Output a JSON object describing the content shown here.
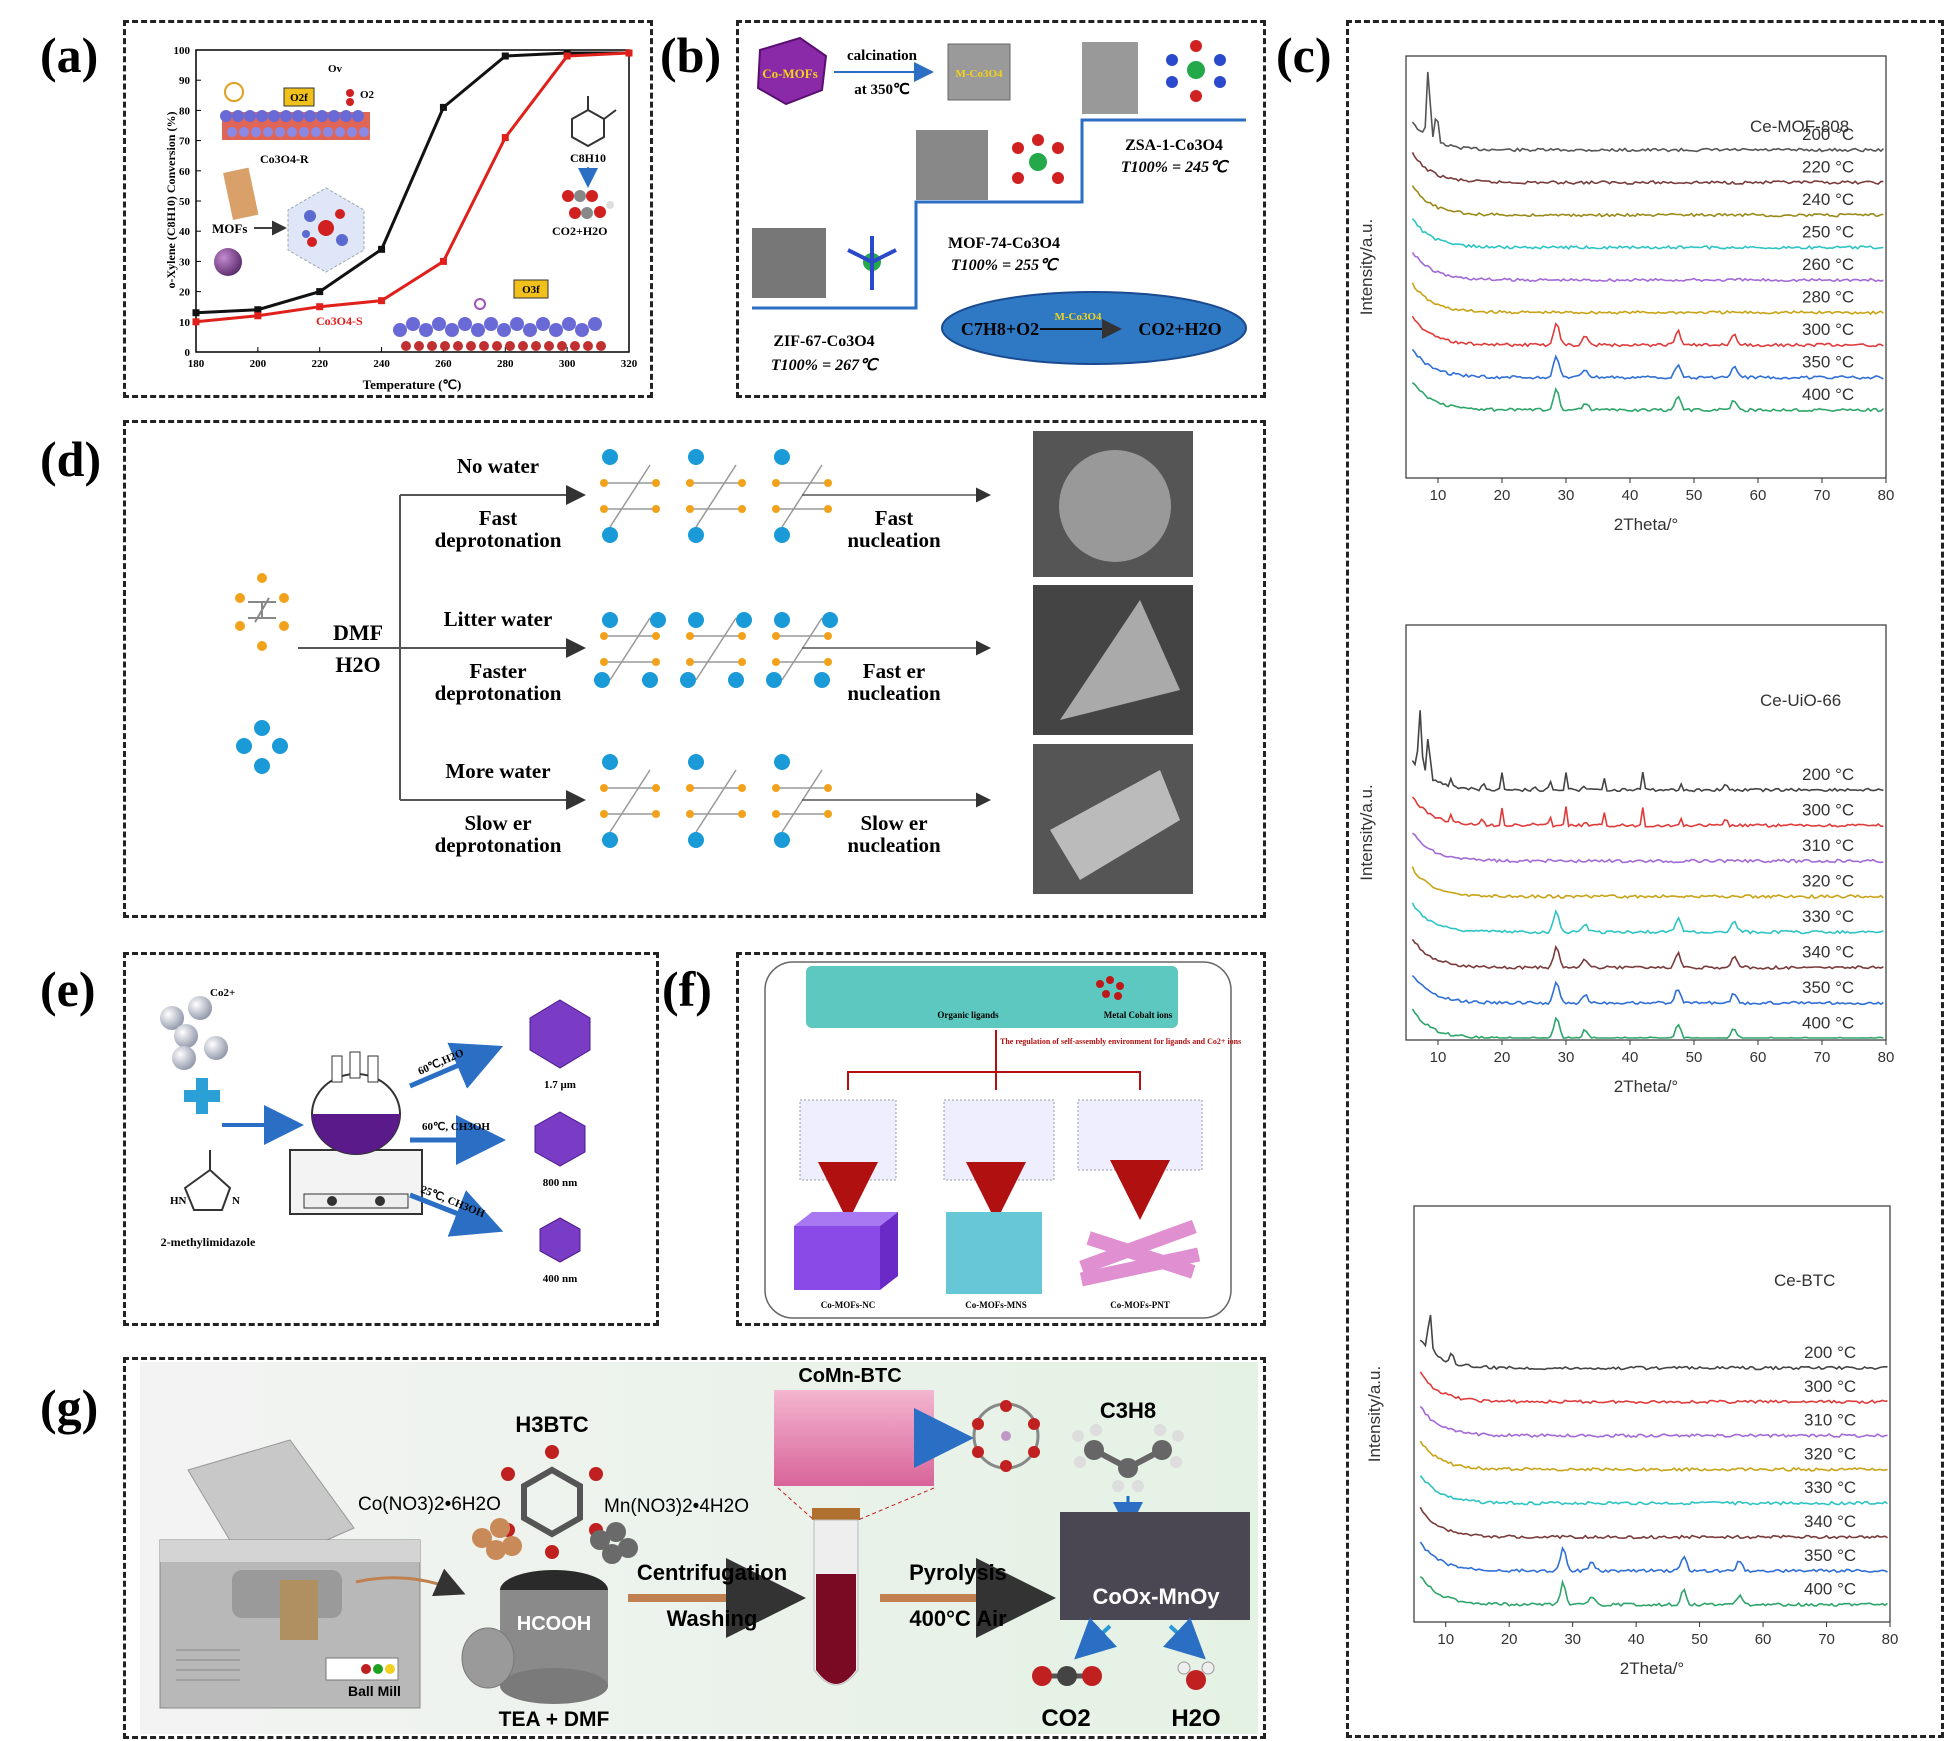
{
  "panel_labels": {
    "a": "(a)",
    "b": "(b)",
    "c": "(c)",
    "d": "(d)",
    "e": "(e)",
    "f": "(f)",
    "g": "(g)"
  },
  "panel_a": {
    "ylabel": "o-Xylene (C8H10) Conversion (%)",
    "xlabel": "Temperature (℃)",
    "label_r": "Co3O4-R",
    "label_s": "Co3O4-S",
    "mofs": "MOFs",
    "products": "CO2+H2O",
    "c8h10": "C8H10",
    "o2f": "O2f",
    "o3f": "O3f",
    "ov": "Ov",
    "o2": "O2"
  },
  "panel_b": {
    "co_mofs": "Co-MOFs",
    "calcination": "calcination",
    "at350": "at 350℃",
    "mco3o4": "M-Co3O4",
    "zif": "ZIF-67-Co3O4",
    "zif_t": "T100% = 267℃",
    "mof74": "MOF-74-Co3O4",
    "mof74_t": "T100% = 255℃",
    "zsa": "ZSA-1-Co3O4",
    "zsa_t": "T100% = 245℃",
    "reaction_left": "C7H8+O2",
    "reaction_cat": "M-Co3O4",
    "reaction_right": "CO2+H2O"
  },
  "panel_d": {
    "dmf": "DMF",
    "h2o": "H2O",
    "rows": [
      {
        "cond": "No water",
        "dep1": "Fast",
        "dep2": "deprotonation",
        "nuc1": "Fast",
        "nuc2": "nucleation"
      },
      {
        "cond": "Litter water",
        "dep1": "Faster",
        "dep2": "deprotonation",
        "nuc1": "Fast er",
        "nuc2": "nucleation"
      },
      {
        "cond": "More water",
        "dep1": "Slow er",
        "dep2": "deprotonation",
        "nuc1": "Slow er",
        "nuc2": "nucleation"
      }
    ]
  },
  "panel_e": {
    "co2": "Co2+",
    "ligand": "2-methylimidazole",
    "hn": "HN",
    "n": "N",
    "conds": [
      "60℃,H2O",
      "60℃, CH3OH",
      "25℃, CH3OH"
    ],
    "sizes": [
      "1.7 μm",
      "800 nm",
      "400 nm"
    ]
  },
  "panel_f": {
    "organic": "Organic ligands",
    "metal": "Metal Cobalt ions",
    "regulation": "The regulation of self-assembly environment for ligands and Co2+ ions",
    "products": [
      "Co-MOFs-NC",
      "Co-MOFs-MNS",
      "Co-MOFs-PNT"
    ]
  },
  "panel_g": {
    "h3btc": "H3BTC",
    "co_salt": "Co(NO3)2•6H2O",
    "mn_salt": "Mn(NO3)2•4H2O",
    "hcooh": "HCOOH",
    "tea": "TEA + DMF",
    "ballmill": "Ball Mill",
    "centrifugation": "Centrifugation",
    "washing": "Washing",
    "comn": "CoMn-BTC",
    "pyrolysis": "Pyrolysis",
    "air": "400°C Air",
    "c3h8": "C3H8",
    "product": "CoOx-MnOy",
    "co2": "CO2",
    "h2o": "H2O"
  },
  "chart_data": [
    {
      "type": "line",
      "panel": "a",
      "xlabel": "Temperature (℃)",
      "ylabel": "o-Xylene (C8H10) Conversion (%)",
      "xlim": [
        180,
        320
      ],
      "ylim": [
        0,
        100
      ],
      "xticks": [
        180,
        200,
        220,
        240,
        260,
        280,
        300,
        320
      ],
      "yticks": [
        0,
        10,
        20,
        30,
        40,
        50,
        60,
        70,
        80,
        90,
        100
      ],
      "series": [
        {
          "name": "Co3O4-R",
          "color": "#111111",
          "x": [
            180,
            200,
            220,
            240,
            260,
            280,
            300,
            320
          ],
          "y": [
            13,
            14,
            20,
            34,
            81,
            98,
            99,
            99
          ]
        },
        {
          "name": "Co3O4-S",
          "color": "#e0201b",
          "x": [
            180,
            200,
            220,
            240,
            260,
            280,
            300,
            320
          ],
          "y": [
            10,
            12,
            15,
            17,
            30,
            71,
            98,
            99
          ]
        }
      ]
    },
    {
      "type": "line",
      "panel": "c1",
      "title": "Ce-MOF-808",
      "xlabel": "2Theta/°",
      "ylabel": "Intensity/a.u.",
      "xlim": [
        5,
        80
      ],
      "xticks": [
        10,
        20,
        30,
        40,
        50,
        60,
        70,
        80
      ],
      "series_labels": [
        "200 °C",
        "220 °C",
        "240 °C",
        "250 °C",
        "260 °C",
        "280 °C",
        "300 °C",
        "350 °C",
        "400 °C"
      ]
    },
    {
      "type": "line",
      "panel": "c2",
      "title": "Ce-UiO-66",
      "xlabel": "2Theta/°",
      "ylabel": "Intensity/a.u.",
      "xlim": [
        5,
        80
      ],
      "xticks": [
        10,
        20,
        30,
        40,
        50,
        60,
        70,
        80
      ],
      "series_labels": [
        "200 °C",
        "300 °C",
        "310 °C",
        "320 °C",
        "330 °C",
        "340 °C",
        "350 °C",
        "400 °C"
      ]
    },
    {
      "type": "line",
      "panel": "c3",
      "title": "Ce-BTC",
      "xlabel": "2Theta/°",
      "ylabel": "Intensity/a.u.",
      "xlim": [
        5,
        80
      ],
      "xticks": [
        10,
        20,
        30,
        40,
        50,
        60,
        70,
        80
      ],
      "series_labels": [
        "200 °C",
        "300 °C",
        "310 °C",
        "320 °C",
        "330 °C",
        "340 °C",
        "350 °C",
        "400 °C"
      ]
    }
  ],
  "colors": {
    "xrd": [
      "#444444",
      "#e03b3b",
      "#a26ad6",
      "#c9a318",
      "#2fc4c4",
      "#7a3b3b",
      "#2f6fd6",
      "#2ea56a",
      "#888888"
    ],
    "mc": [
      "#555555",
      "#7a3b3b",
      "#9a8a1a",
      "#2fc4c4",
      "#a26ad6",
      "#c9a318",
      "#e03b3b",
      "#2f6fd6",
      "#2ea56a"
    ]
  }
}
